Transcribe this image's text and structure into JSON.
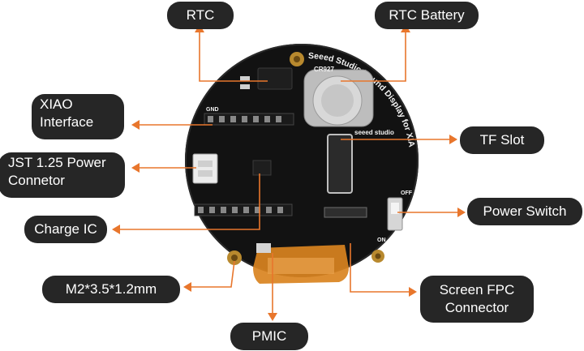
{
  "labels": {
    "rtc": "RTC",
    "rtc_battery": "RTC Battery",
    "xiao_interface_1": "XIAO",
    "xiao_interface_2": "Interface",
    "jst_1": "JST 1.25 Power",
    "jst_2": "Connetor",
    "charge_ic": "Charge IC",
    "screw": "M2*3.5*1.2mm",
    "pmic": "PMIC",
    "tf_slot": "TF Slot",
    "power_switch": "Power Switch",
    "fpc_1": "Screen FPC",
    "fpc_2": "Connector"
  },
  "board_text": {
    "brand_arc": "Seeed Studio Round Display for XIAO",
    "battery_model": "CR927",
    "brand_small": "seeed studio",
    "switch_off": "OFF",
    "switch_on": "ON",
    "header_gnd": "GND"
  },
  "colors": {
    "callout_bg": "#262626",
    "callout_text": "#ffffff",
    "leader_line": "#E8762C",
    "pcb": "#121212",
    "fpc": "#D9831F"
  }
}
